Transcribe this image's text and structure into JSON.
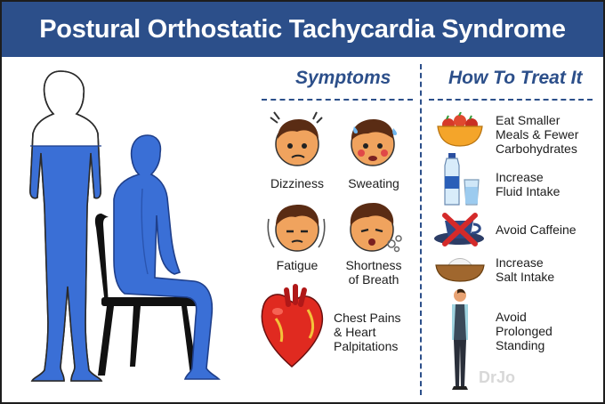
{
  "title": "Postural Orthostatic Tachycardia Syndrome",
  "symptoms": {
    "heading": "Symptoms",
    "items": [
      {
        "lines": [
          "Dizziness"
        ],
        "icon": "dizzy-face-icon"
      },
      {
        "lines": [
          "Sweating"
        ],
        "icon": "sweating-face-icon"
      },
      {
        "lines": [
          "Fatigue"
        ],
        "icon": "tired-face-icon"
      },
      {
        "lines": [
          "Shortness",
          "of Breath"
        ],
        "icon": "breathless-face-icon"
      },
      {
        "lines": [
          "Chest Pains",
          "& Heart",
          "Palpitations"
        ],
        "icon": "heart-icon"
      }
    ]
  },
  "treatments": {
    "heading": "How To Treat It",
    "items": [
      {
        "lines": [
          "Eat Smaller",
          "Meals & Fewer",
          "Carbohydrates"
        ],
        "icon": "fruit-bowl-icon"
      },
      {
        "lines": [
          "Increase",
          "Fluid Intake"
        ],
        "icon": "water-bottle-icon"
      },
      {
        "lines": [
          "Avoid Caffeine"
        ],
        "icon": "no-coffee-icon"
      },
      {
        "lines": [
          "Increase",
          "Salt Intake"
        ],
        "icon": "salt-bowl-icon"
      },
      {
        "lines": [
          "Avoid",
          "Prolonged",
          "Standing"
        ],
        "icon": "standing-person-icon"
      }
    ]
  },
  "watermark": "DrJo",
  "colors": {
    "header": "#2c4f8a",
    "blood": "#3a6fd6",
    "accent_red": "#d42a2a"
  }
}
